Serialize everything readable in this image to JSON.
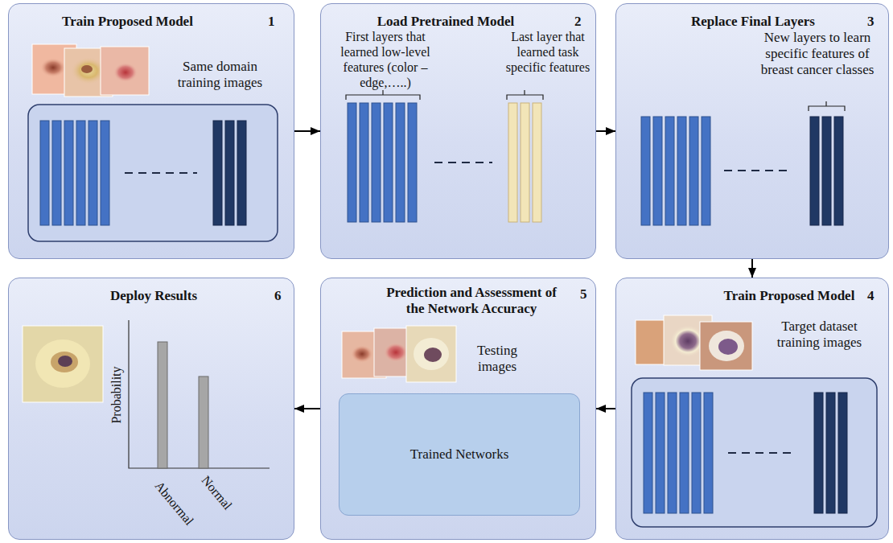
{
  "diagram": {
    "nodes": [
      {
        "text": [
          "Train Proposed Model",
          "1",
          "Same domain training images"
        ]
      },
      {
        "text": [
          "Load Pretrained Model",
          "2",
          "First layers that learned low-level features (color – edge,…..)",
          "Last layer that learned task specific features"
        ]
      },
      {
        "text": [
          "Replace Final Layers",
          "3",
          "New layers to learn specific features of breast cancer classes"
        ]
      },
      {
        "text": [
          "Train Proposed Model",
          "4",
          "Target dataset training images"
        ]
      },
      {
        "text": [
          "Prediction and Assessment of the Network Accuracy",
          "5",
          "Testing images"
        ]
      },
      {
        "text": [
          "Trained Networks"
        ],
        "in": 4
      },
      {
        "text": [
          "Deploy Results",
          "6",
          "Probability",
          "Abnormal",
          "Normal"
        ]
      }
    ],
    "edges": [
      {
        "from": 0,
        "to": 1,
        "arrow": "to"
      },
      {
        "from": 1,
        "to": 2,
        "arrow": "to"
      },
      {
        "from": 2,
        "to": 3,
        "arrow": "to"
      },
      {
        "from": 3,
        "to": 4,
        "arrow": "to"
      },
      {
        "from": 4,
        "to": 6,
        "arrow": "to"
      }
    ]
  }
}
